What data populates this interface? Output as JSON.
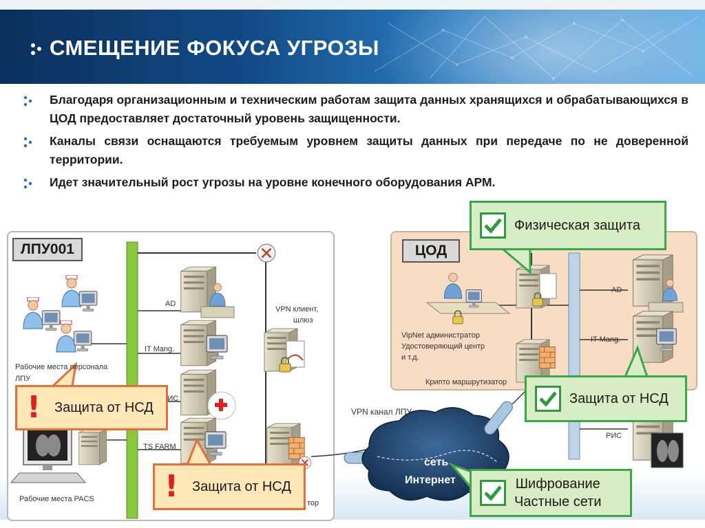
{
  "slide": {
    "title": "СМЕЩЕНИЕ ФОКУСА УГРОЗЫ",
    "bullets": [
      "Благодаря организационным и техническим работам защита данных хранящихся и обрабатывающихся в ЦОД предоставляет достаточный уровень защищенности.",
      "Каналы связи оснащаются требуемым уровнем защиты данных при передаче по не доверенной территории.",
      "Идет значительный рост угрозы на уровне конечного оборудования АРМ."
    ]
  },
  "diagram": {
    "lpu": {
      "tag": "ЛПУ001",
      "labels": {
        "ad": "AD",
        "it_mang": "IT Mang.",
        "ris": "РИС",
        "ts_farm": "TS FARM",
        "vpn_client_1": "VPN клиент,",
        "vpn_client_2": "шлюз",
        "workstations_1": "Рабочие места персонала",
        "workstations_2": "ЛПУ",
        "pacs": "Рабочие места PACS",
        "router_partial": "тор"
      }
    },
    "cod": {
      "tag": "ЦОД",
      "labels": {
        "ad": "AD",
        "it_mang": "IT Mang.",
        "ris": "РИС",
        "vipnet_1": "VipNet администратор",
        "vipnet_2": "Удостоверяющий центр",
        "vipnet_3": "и т.д.",
        "crypto": "Крипто маршрутизатор"
      }
    },
    "network": {
      "vpn_channel": "VPN канал ЛПУ",
      "cloud_1": "сеть",
      "cloud_2": "Интернет"
    },
    "callouts": {
      "physical": "Физическая защита",
      "nsd_cod": "Защита от НСД",
      "nsd_lpu_1": "Защита от НСД",
      "nsd_lpu_2": "Защита от НСД",
      "encryption_1": "Шифрование",
      "encryption_2": "Частные сети"
    }
  },
  "colors": {
    "banner": "#124a86",
    "callout_green_border": "#3aa649",
    "callout_green_fill": "#d8edc6",
    "callout_red_border": "#e2703a",
    "callout_red_fill": "#ffe7b8",
    "cod_panel": "#f8dcc3",
    "network_bus": "#8cc63f",
    "cod_bus": "#bcd3e8",
    "cloud": "#1f3f66"
  }
}
